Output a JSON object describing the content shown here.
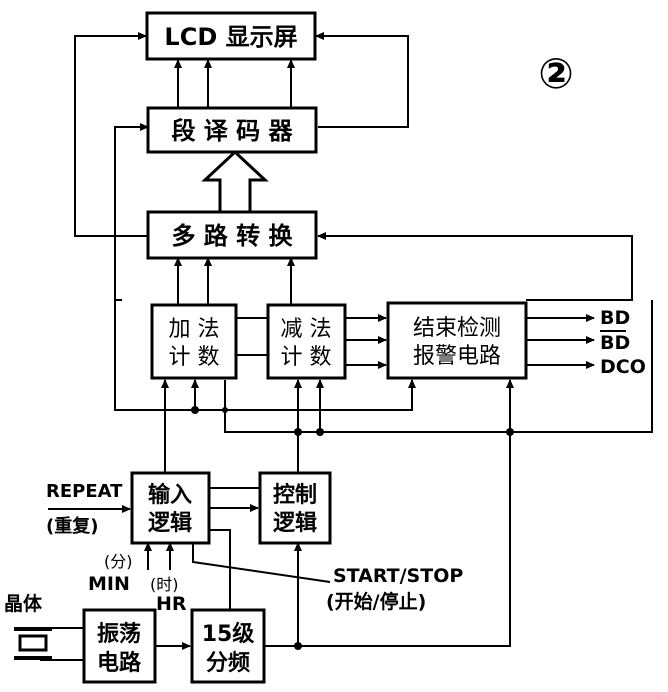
{
  "figure_number": "②",
  "blocks": {
    "lcd": "LCD 显示屏",
    "segment_decoder": "段 译 码 器",
    "mux": "多 路 转 换",
    "add_counter": [
      "加 法",
      "计 数"
    ],
    "sub_counter": [
      "减 法",
      "计 数"
    ],
    "end_detect_alarm": [
      "结束检测",
      "报警电路"
    ],
    "input_logic": [
      "输入",
      "逻辑"
    ],
    "control_logic": [
      "控制",
      "逻辑"
    ],
    "oscillator": [
      "振荡",
      "电路"
    ],
    "divider": [
      "15级",
      "分频"
    ]
  },
  "outputs": [
    "BD",
    "BD",
    "DCO"
  ],
  "labels": {
    "repeat": "REPEAT",
    "repeat_cn": "(重复)",
    "min_cn": "(分)",
    "min": "MIN",
    "hr_cn": "(时)",
    "hr": "HR",
    "start_stop": "START/STOP",
    "start_stop_cn": "(开始/停止)",
    "crystal": "晶体"
  }
}
